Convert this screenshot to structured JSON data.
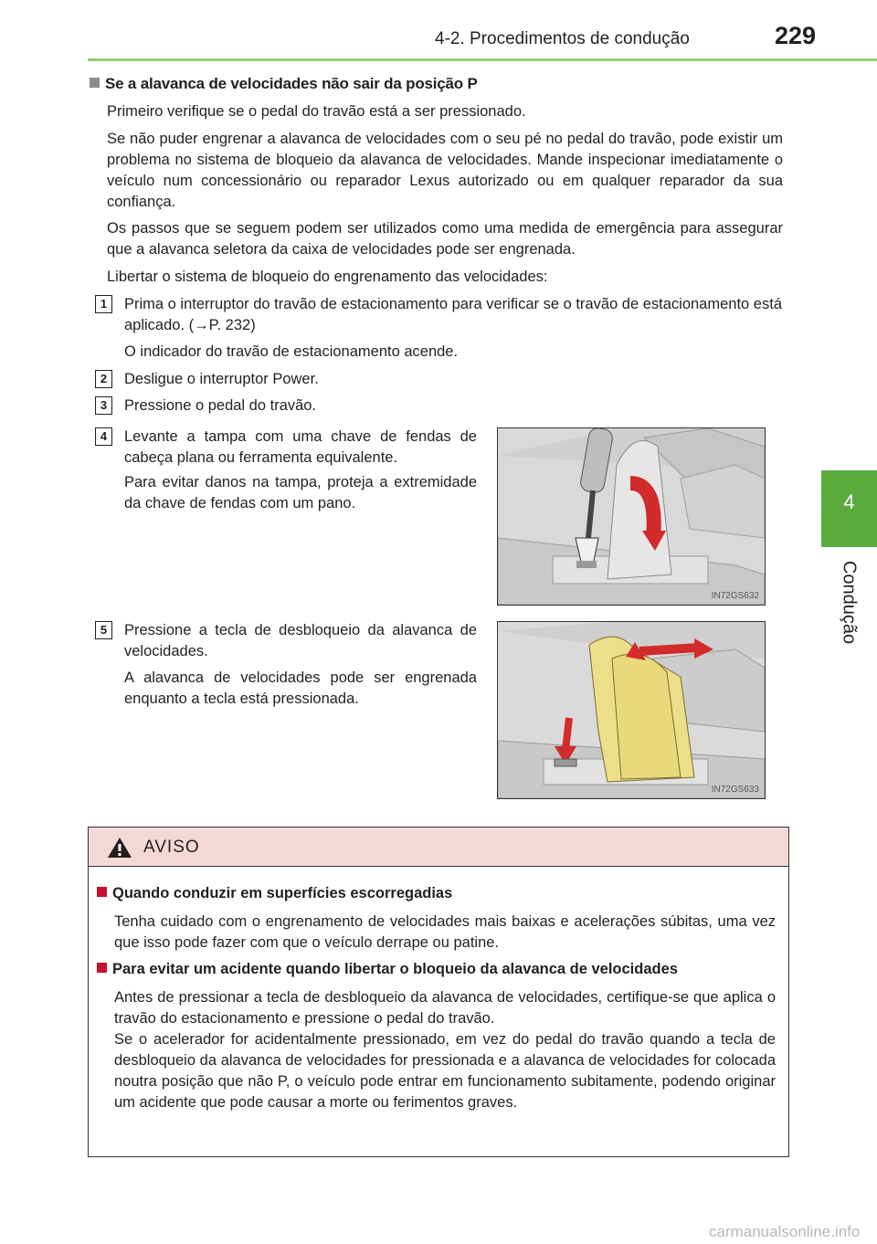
{
  "header": {
    "title": "4-2. Procedimentos de condução",
    "page_number": "229"
  },
  "side_tab": {
    "number": "4",
    "label": "Condução"
  },
  "section": {
    "heading": "Se a alavanca de velocidades não sair da posição P",
    "p1": "Primeiro verifique se o pedal do travão está a ser pressionado.",
    "p2": "Se não puder engrenar a alavanca de velocidades com o seu pé no pedal do travão, pode existir um problema no sistema de bloqueio da alavanca de velocidades. Mande inspecionar imediatamente o veículo num concessionário ou reparador Lexus autorizado ou em qualquer reparador da sua confiança.",
    "p3": "Os passos que se seguem podem ser utilizados como uma medida de emergência para assegurar que a alavanca seletora da caixa de velocidades pode ser engrenada.",
    "p4": "Libertar o sistema de bloqueio do engrenamento das velocidades:"
  },
  "steps": [
    {
      "num": "1",
      "text": "Prima o interruptor do travão de estacionamento para verificar se o travão de estacionamento está aplicado. (→P. 232)",
      "sub": "O indicador do travão de estacionamento acende."
    },
    {
      "num": "2",
      "text": "Desligue o interruptor Power."
    },
    {
      "num": "3",
      "text": "Pressione o pedal do travão."
    },
    {
      "num": "4",
      "text": "Levante a tampa com uma chave de fendas de cabeça plana ou ferramenta equivalente.",
      "sub": "Para evitar danos na tampa, proteja a extremidade da chave de fendas com um pano."
    },
    {
      "num": "5",
      "text": "Pressione a tecla de desbloqueio da alavanca de velocidades.",
      "sub": "A alavanca de velocidades pode ser engrenada enquanto a tecla está pressionada."
    }
  ],
  "figures": {
    "fig1_code": "IN72GS632",
    "fig2_code": "IN72GS633"
  },
  "warning": {
    "title": "AVISO",
    "items": [
      {
        "title": "Quando conduzir em superfícies escorregadias",
        "text": "Tenha cuidado com o engrenamento de velocidades mais baixas e acelerações súbitas, uma vez que isso pode fazer com que o veículo derrape ou patine."
      },
      {
        "title": "Para evitar um acidente quando libertar o bloqueio da alavanca de velocidades",
        "text": "Antes de pressionar a tecla de desbloqueio da alavanca de velocidades, certifique-se que aplica o travão do estacionamento e pressione o pedal do travão.",
        "text2": "Se o acelerador for acidentalmente pressionado, em vez do pedal do travão quando a tecla de desbloqueio da alavanca de velocidades for pressionada e a alavanca de velocidades for colocada noutra posição que não P, o veículo pode entrar em funcionamento subitamente, podendo originar um acidente que pode causar a morte ou ferimentos graves."
      }
    ]
  },
  "watermark": "carmanualsonline.info",
  "colors": {
    "green_tab": "#5aaa3e",
    "header_rule": "#8ecf72",
    "warning_bg": "#f4d7d7",
    "warning_bullet": "#c8102e",
    "lever_yellow": "#ecdf8a",
    "arrow_red": "#d12b2b"
  }
}
